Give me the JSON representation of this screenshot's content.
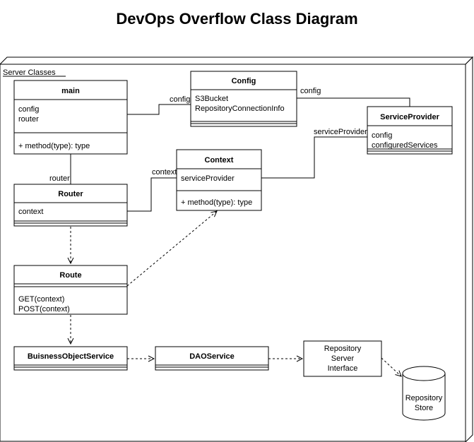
{
  "title": "DevOps Overflow Class Diagram",
  "package": {
    "label": "Server Classes"
  },
  "classes": {
    "main": {
      "name": "main",
      "attributes": [
        "config",
        "router"
      ],
      "methods": [
        "+ method(type): type"
      ]
    },
    "config": {
      "name": "Config",
      "attributes": [
        "S3Bucket",
        "RepositoryConnectionInfo"
      ]
    },
    "service_provider": {
      "name": "ServiceProvider",
      "attributes": [
        "config",
        "configuredServices"
      ]
    },
    "context": {
      "name": "Context",
      "attributes": [
        "serviceProvider"
      ],
      "methods": [
        "+ method(type): type"
      ]
    },
    "router": {
      "name": "Router",
      "attributes": [
        "context"
      ]
    },
    "route": {
      "name": "Route",
      "methods": [
        "GET(context)",
        "POST(context)"
      ]
    },
    "business_object_service": {
      "name": "BuisnessObjectService"
    },
    "dao_service": {
      "name": "DAOService"
    }
  },
  "repository_interface": {
    "lines": [
      "Repository",
      "Server",
      "Interface"
    ]
  },
  "repository_store": {
    "lines": [
      "Repository",
      "Store"
    ]
  },
  "edge_labels": {
    "main_config": "config",
    "config_sp": "config",
    "context_sp": "serviceProvider",
    "main_router": "router",
    "router_context": "context"
  }
}
